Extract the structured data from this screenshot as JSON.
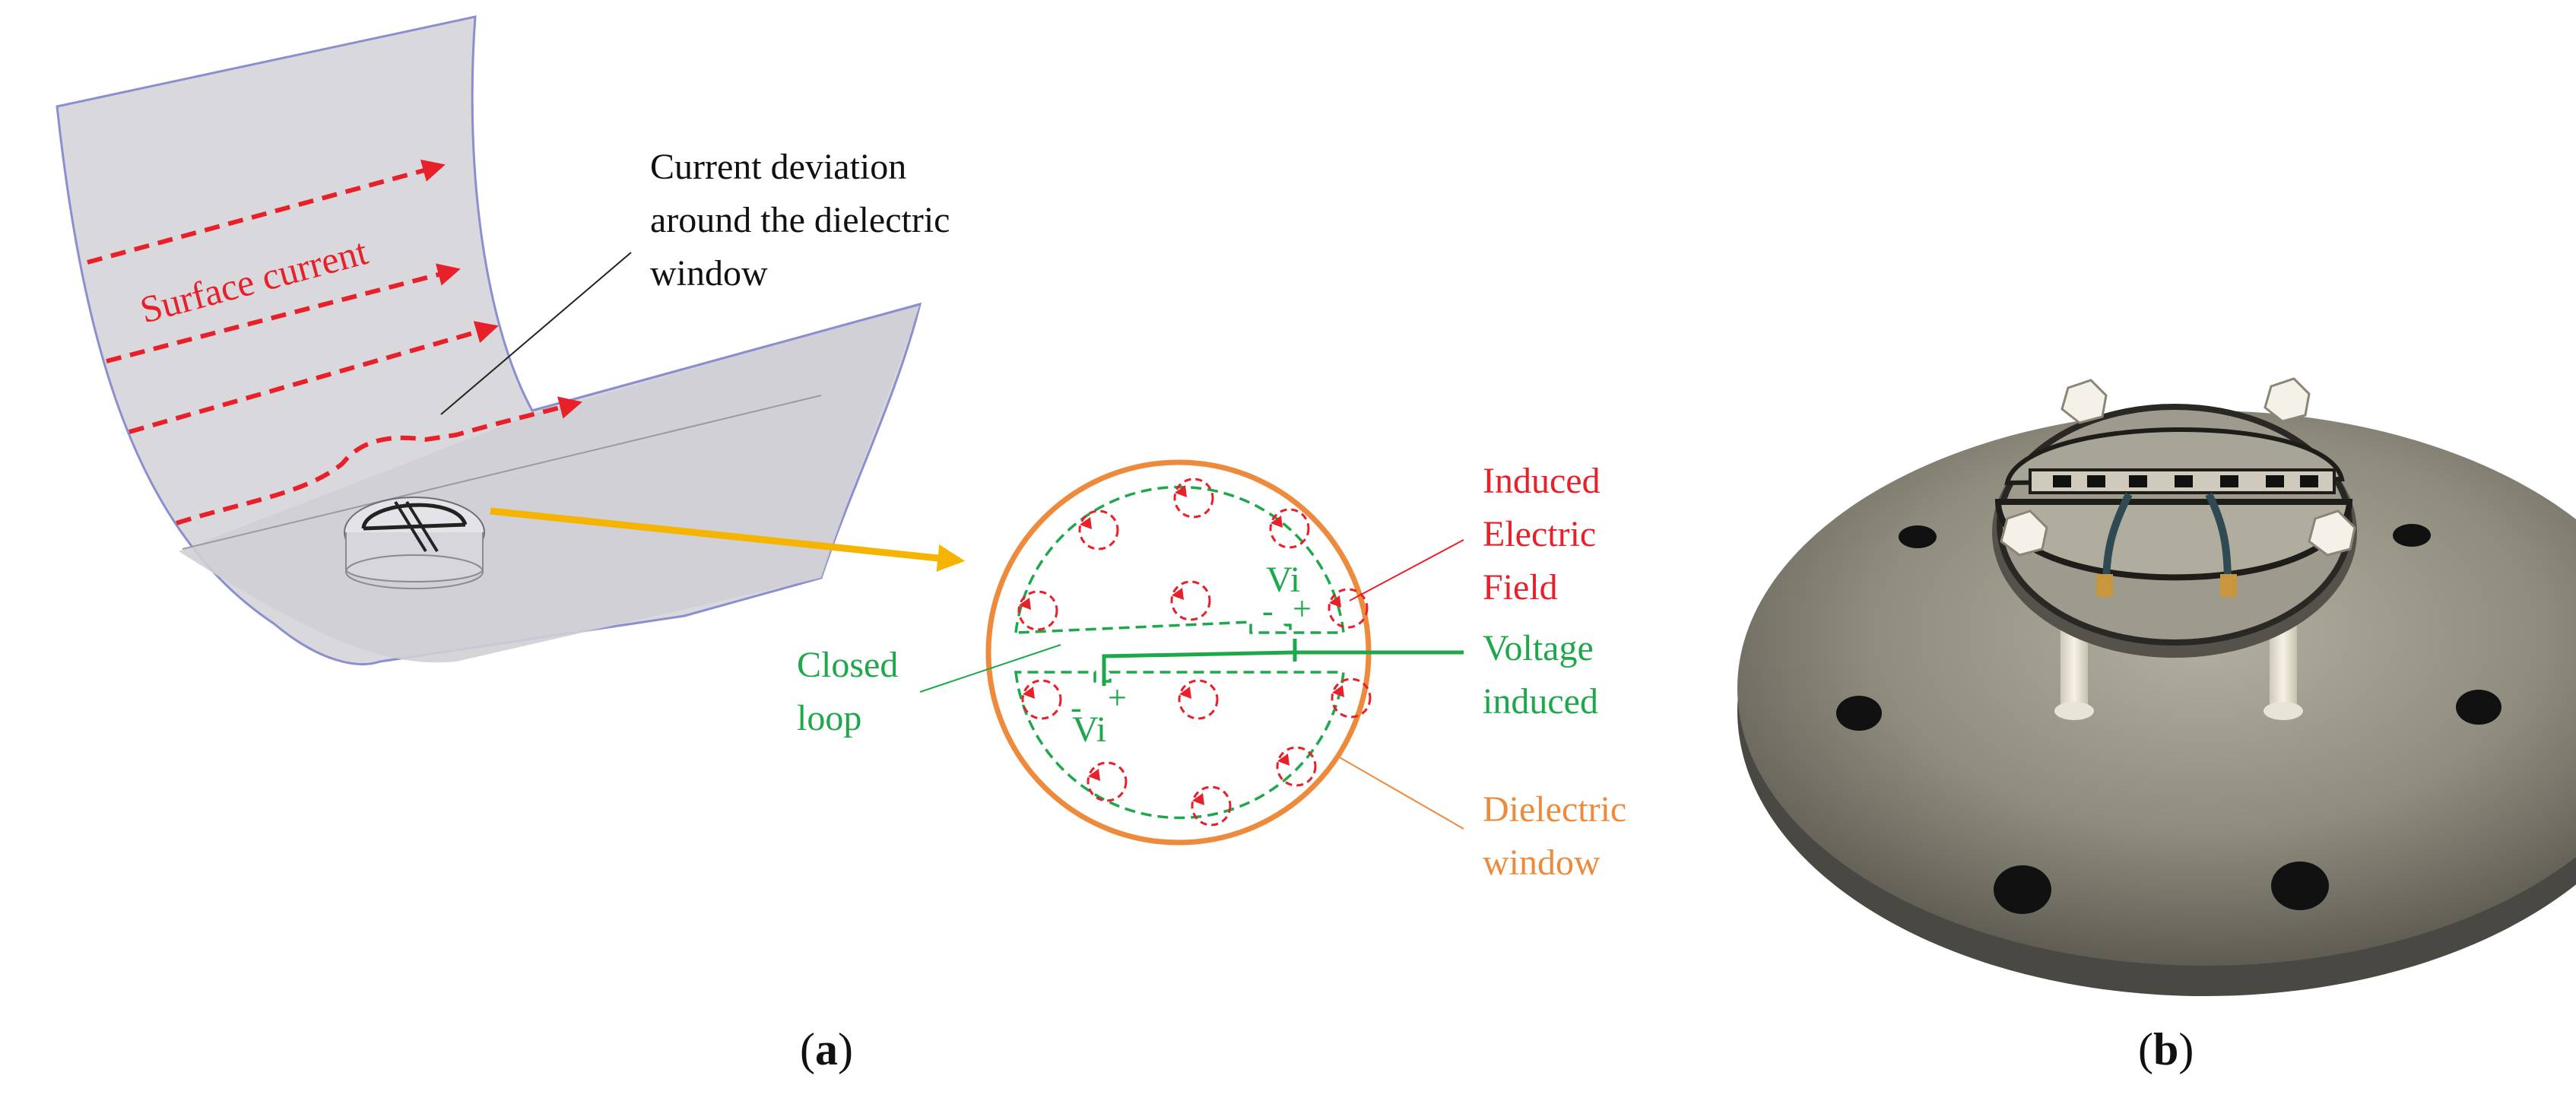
{
  "panel_a": {
    "annotation": {
      "line1": "Current deviation",
      "line2": "around the dielectric",
      "line3": "window"
    },
    "surface_current_label": "Surface current",
    "induced_field": {
      "line1": "Induced",
      "line2": "Electric",
      "line3": "Field"
    },
    "closed_loop": {
      "line1": "Closed",
      "line2": "loop"
    },
    "voltage_induced": {
      "line1": "Voltage",
      "line2": "induced"
    },
    "dielectric_window": {
      "line1": "Dielectric",
      "line2": "window"
    },
    "vi_label": "Vi",
    "plus": "+",
    "minus": "-"
  },
  "caption_a": {
    "open": "(",
    "letter": "a",
    "close": ")"
  },
  "caption_b": {
    "open": "(",
    "letter": "b",
    "close": ")"
  },
  "colors": {
    "red": "#e8202a",
    "green": "#1ea84b",
    "orange": "#ee8a3c",
    "yellow_arrow": "#f5b400",
    "sheet": "#d9d9dd",
    "sheet_edge": "#8a8fd0",
    "plate": "#8e8b7d"
  }
}
